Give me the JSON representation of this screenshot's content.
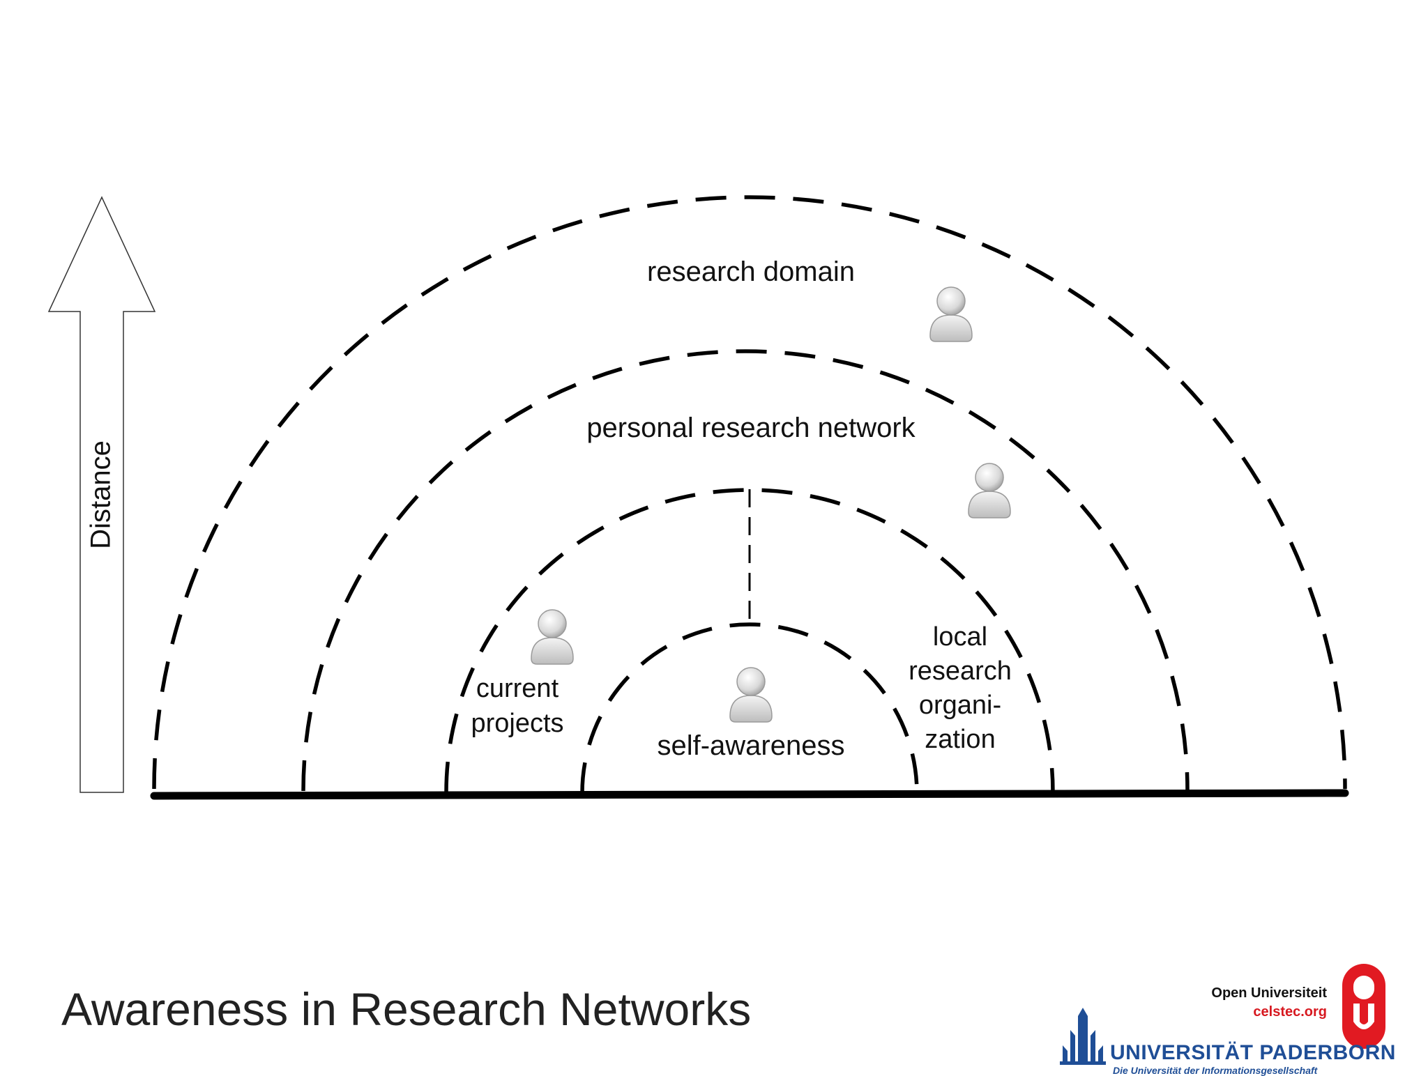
{
  "diagram": {
    "axis_label": "Distance",
    "rings": [
      {
        "id": "research-domain",
        "label": "research domain"
      },
      {
        "id": "personal-research-network",
        "label": "personal research network"
      },
      {
        "id": "middle",
        "label_left": [
          "current",
          "projects"
        ],
        "label_right": [
          "local",
          "research",
          "organi-",
          "zation"
        ]
      },
      {
        "id": "self-awareness",
        "label": "self-awareness"
      }
    ],
    "person_icons": [
      "person-icon-research-domain",
      "person-icon-personal-network",
      "person-icon-current-projects",
      "person-icon-self"
    ]
  },
  "slide": {
    "title": "Awareness in Research Networks"
  },
  "logos": {
    "open_universiteit": {
      "name": "Open Universiteit",
      "site": "celstec.org",
      "color": "#d71920"
    },
    "paderborn": {
      "name": "UNIVERSITÄT PADERBORN",
      "tagline": "Die Universität der Informationsgesellschaft",
      "color": "#1f4e96"
    }
  }
}
